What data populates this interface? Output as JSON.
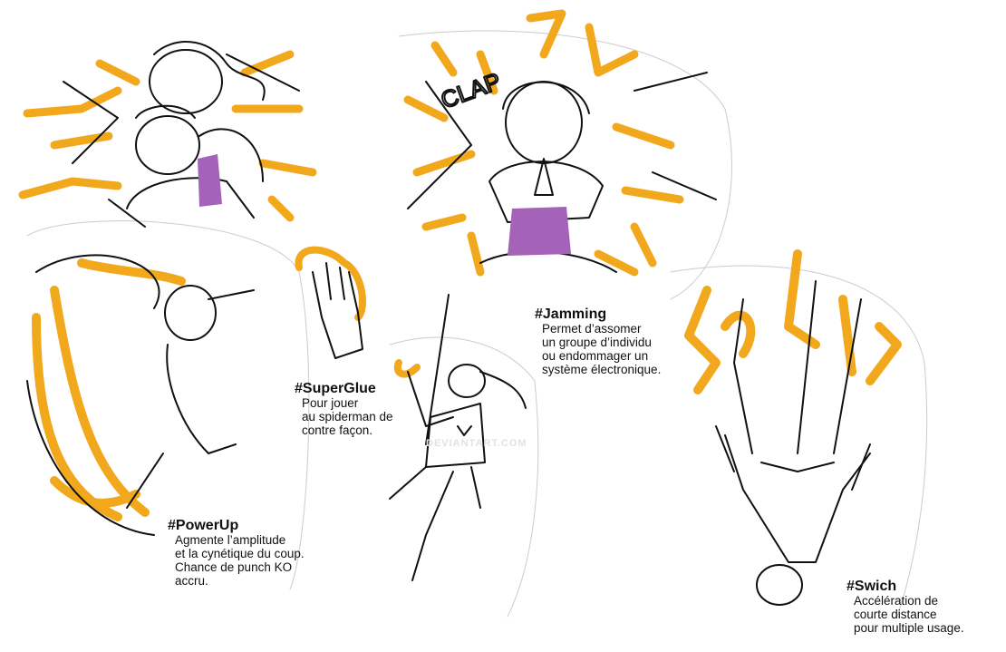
{
  "colors": {
    "accent_orange": "#f2a81d",
    "purple": "#a463b8",
    "ink": "#111111"
  },
  "watermark": "DEVIANTART.COM",
  "captions": {
    "superglue": {
      "title": "#SuperGlue",
      "lines": [
        "Pour jouer",
        "au spiderman de",
        "contre façon."
      ]
    },
    "jamming": {
      "title": "#Jamming",
      "lines": [
        "Permet d’assomer",
        "un groupe d’individu",
        "ou endommager un",
        "système électronique."
      ]
    },
    "powerup": {
      "title": "#PowerUp",
      "lines": [
        "Agmente l’amplitude",
        "et la cynétique du coup.",
        "Chance de punch KO",
        "accru."
      ]
    },
    "swich": {
      "title": "#Swich",
      "lines": [
        "Accélération de",
        "courte distance",
        "pour multiple usage."
      ]
    }
  }
}
